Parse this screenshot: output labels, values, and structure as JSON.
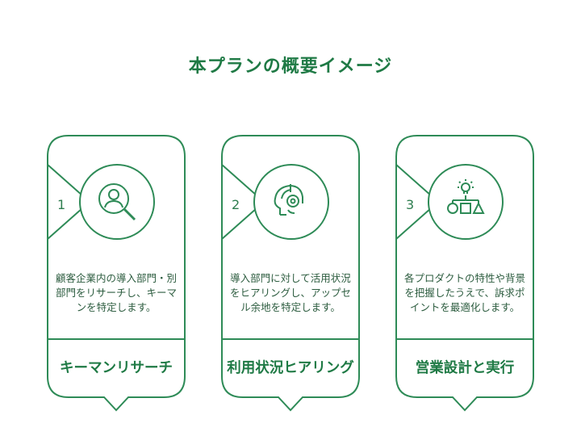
{
  "title": "本プランの概要イメージ",
  "colors": {
    "accent": "#1f7a45",
    "stroke": "#2e8b57",
    "text": "#2c5c3f"
  },
  "steps": [
    {
      "number": "1",
      "icon": "person-search-icon",
      "description": "顧客企業内の導入部門・別部門をリサーチし、キーマンを特定します。",
      "label": "キーマンリサーチ"
    },
    {
      "number": "2",
      "icon": "headset-operator-icon",
      "description": "導入部門に対して活用状況をヒアリングし、アップセル余地を特定します。",
      "label": "利用状況ヒアリング"
    },
    {
      "number": "3",
      "icon": "idea-shapes-icon",
      "description": "各プロダクトの特性や背景を把握したうえで、訴求ポイントを最適化します。",
      "label": "営業設計と実行"
    }
  ]
}
